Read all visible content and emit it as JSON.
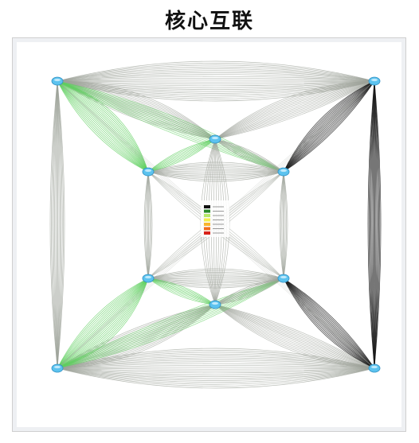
{
  "title": "核心互联",
  "colors": {
    "grey": "#9ea39a",
    "green": "#5fcf5f",
    "black": "#1a1a1a",
    "node": "#5cc3ef"
  },
  "legend": {
    "swatches": [
      "#111111",
      "#2a8a2a",
      "#b6e86a",
      "#f2ee4d",
      "#f8b52c",
      "#f06d1e",
      "#d8221a"
    ]
  },
  "nodes": [
    {
      "id": "outer-top-left"
    },
    {
      "id": "outer-top-right"
    },
    {
      "id": "outer-bottom-left"
    },
    {
      "id": "outer-bottom-right"
    },
    {
      "id": "inner-left-upper"
    },
    {
      "id": "inner-right-upper"
    },
    {
      "id": "inner-left-lower"
    },
    {
      "id": "inner-right-lower"
    },
    {
      "id": "core-top"
    },
    {
      "id": "core-bottom"
    }
  ]
}
